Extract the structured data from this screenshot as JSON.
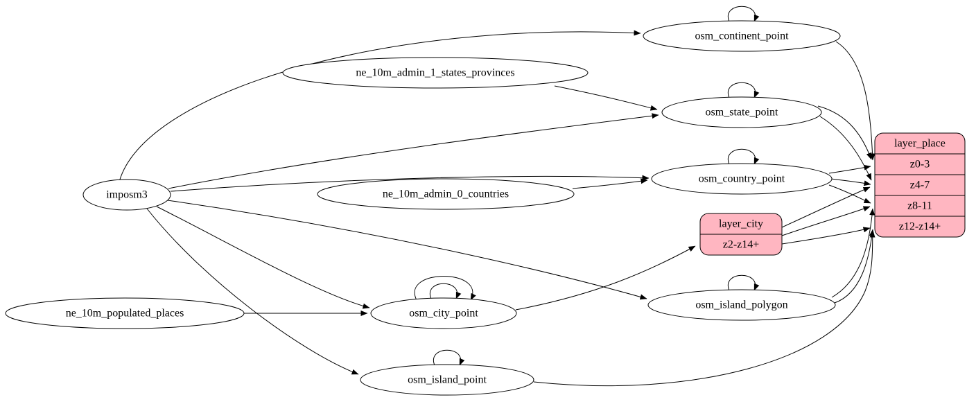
{
  "nodes": {
    "imposm3": "imposm3",
    "ne_states": "ne_10m_admin_1_states_provinces",
    "ne_countries": "ne_10m_admin_0_countries",
    "ne_places": "ne_10m_populated_places",
    "continent": "osm_continent_point",
    "state": "osm_state_point",
    "country": "osm_country_point",
    "city": "osm_city_point",
    "island_polygon": "osm_island_polygon",
    "island_point": "osm_island_point"
  },
  "records": {
    "layer_place": {
      "title": "layer_place",
      "rows": [
        "z0-3",
        "z4-7",
        "z8-11",
        "z12-z14+"
      ]
    },
    "layer_city": {
      "title": "layer_city",
      "rows": [
        "z2-z14+"
      ]
    }
  },
  "edges": [
    {
      "from": "imposm3",
      "to": "osm_continent_point"
    },
    {
      "from": "imposm3",
      "to": "osm_state_point"
    },
    {
      "from": "imposm3",
      "to": "osm_country_point"
    },
    {
      "from": "imposm3",
      "to": "osm_city_point"
    },
    {
      "from": "imposm3",
      "to": "osm_island_polygon"
    },
    {
      "from": "imposm3",
      "to": "osm_island_point"
    },
    {
      "from": "ne_10m_admin_1_states_provinces",
      "to": "osm_state_point"
    },
    {
      "from": "ne_10m_admin_0_countries",
      "to": "osm_country_point"
    },
    {
      "from": "ne_10m_populated_places",
      "to": "osm_city_point"
    },
    {
      "from": "osm_continent_point",
      "to": "osm_continent_point"
    },
    {
      "from": "osm_state_point",
      "to": "osm_state_point"
    },
    {
      "from": "osm_country_point",
      "to": "osm_country_point"
    },
    {
      "from": "osm_city_point",
      "to": "osm_city_point"
    },
    {
      "from": "osm_city_point",
      "to": "osm_city_point"
    },
    {
      "from": "osm_island_polygon",
      "to": "osm_island_polygon"
    },
    {
      "from": "osm_island_point",
      "to": "osm_island_point"
    },
    {
      "from": "osm_city_point",
      "to": "layer_city:z2-z14+"
    },
    {
      "from": "osm_continent_point",
      "to": "layer_place:z0-3"
    },
    {
      "from": "osm_state_point",
      "to": "layer_place:z0-3"
    },
    {
      "from": "osm_state_point",
      "to": "layer_place:z4-7"
    },
    {
      "from": "osm_country_point",
      "to": "layer_place:z0-3"
    },
    {
      "from": "osm_country_point",
      "to": "layer_place:z4-7"
    },
    {
      "from": "osm_country_point",
      "to": "layer_place:z8-11"
    },
    {
      "from": "layer_city",
      "to": "layer_place:z4-7"
    },
    {
      "from": "layer_city",
      "to": "layer_place:z8-11"
    },
    {
      "from": "layer_city",
      "to": "layer_place:z12-z14+"
    },
    {
      "from": "osm_island_polygon",
      "to": "layer_place:z8-11"
    },
    {
      "from": "osm_island_polygon",
      "to": "layer_place:z12-z14+"
    },
    {
      "from": "osm_island_point",
      "to": "layer_place:z12-z14+"
    }
  ],
  "colors": {
    "record_fill": "#ffb6c1",
    "node_fill": "#ffffff",
    "edge_color": "#000000"
  }
}
